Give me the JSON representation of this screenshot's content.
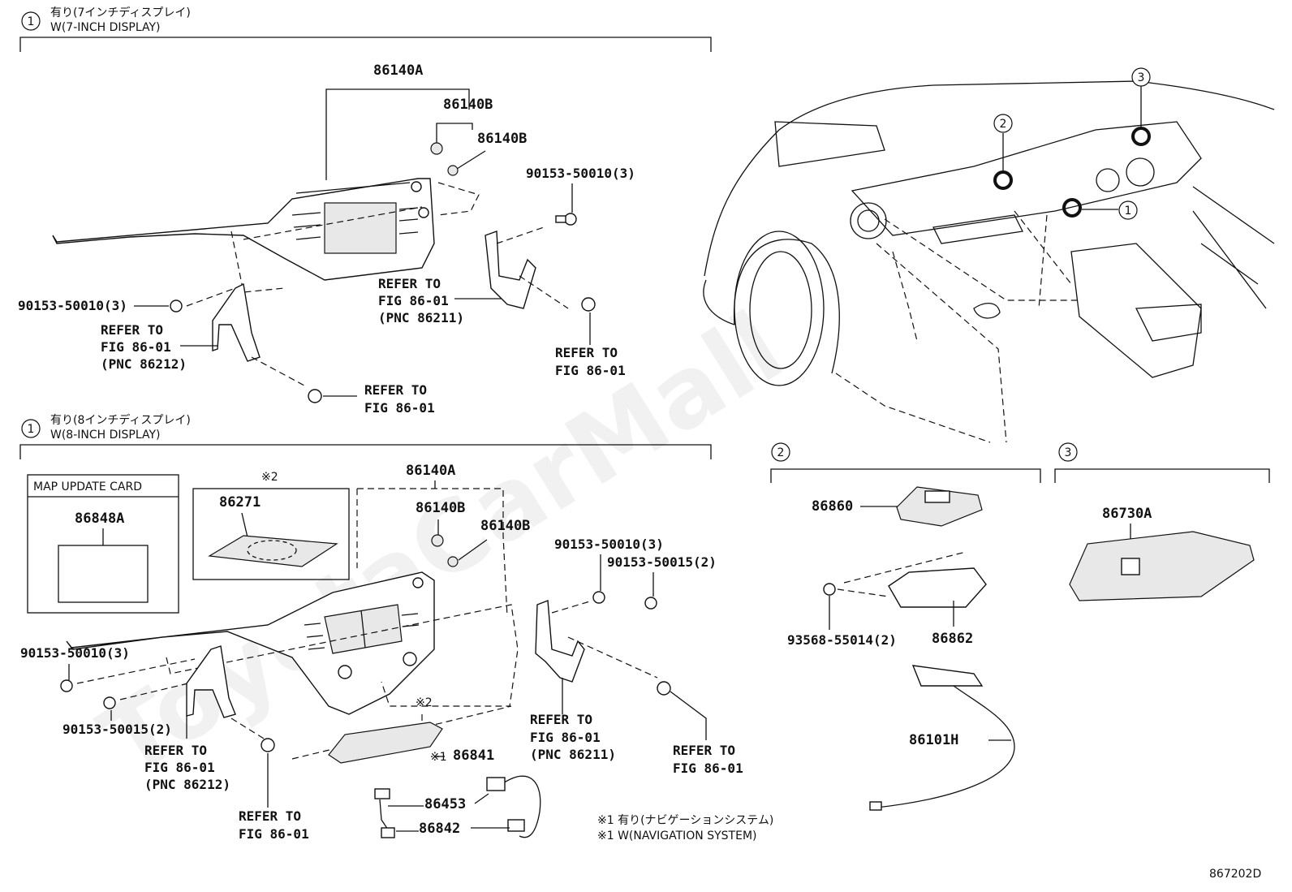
{
  "sections": {
    "display7": {
      "circle": "1",
      "title_jp": "有り(7インチディスプレイ)",
      "title_en": "W(7-INCH DISPLAY)"
    },
    "display8": {
      "circle": "1",
      "title_jp": "有り(8インチディスプレイ)",
      "title_en": "W(8-INCH DISPLAY)"
    },
    "box2": {
      "circle": "2"
    },
    "box3": {
      "circle": "3"
    }
  },
  "top": {
    "p86140A": "86140A",
    "p86140B_1": "86140B",
    "p86140B_2": "86140B",
    "bolt_right": "90153-50010(3)",
    "bolt_left": "90153-50010(3)",
    "ref_left": [
      "REFER TO",
      "FIG 86-01",
      "(PNC 86212)"
    ],
    "ref_mid": [
      "REFER TO",
      "FIG 86-01",
      "(PNC 86211)"
    ],
    "ref_right": [
      "REFER TO",
      "FIG 86-01"
    ],
    "ref_bottom": [
      "REFER TO",
      "FIG 86-01"
    ]
  },
  "bottom": {
    "map_card_title": "MAP UPDATE CARD",
    "map_card_part": "86848A",
    "note2_mark": "※2",
    "p86271": "86271",
    "p86140A": "86140A",
    "p86140B_1": "86140B",
    "p86140B_2": "86140B",
    "bolt_r1": "90153-50010(3)",
    "bolt_r2": "90153-50015(2)",
    "bolt_l1": "90153-50010(3)",
    "bolt_l2": "90153-50015(2)",
    "note2_inner": "※2",
    "p86841_mark": "※1",
    "p86841": "86841",
    "p86453": "86453",
    "p86842": "86842",
    "ref_left": [
      "REFER TO",
      "FIG 86-01",
      "(PNC 86212)"
    ],
    "ref_mid": [
      "REFER TO",
      "FIG 86-01",
      "(PNC 86211)"
    ],
    "ref_right": [
      "REFER TO",
      "FIG 86-01"
    ],
    "ref_bottom": [
      "REFER TO",
      "FIG 86-01"
    ],
    "note1_jp": "※1 有り(ナビゲーションシステム)",
    "note1_en": "※1 W(NAVIGATION SYSTEM)"
  },
  "car": {
    "c1": "1",
    "c2": "2",
    "c3": "3"
  },
  "right": {
    "p86860": "86860",
    "p93568": "93568-55014(2)",
    "p86862": "86862",
    "p86101H": "86101H",
    "p86730A": "86730A"
  },
  "figure_id": "867202D",
  "watermark": "ToyotaCarMall"
}
